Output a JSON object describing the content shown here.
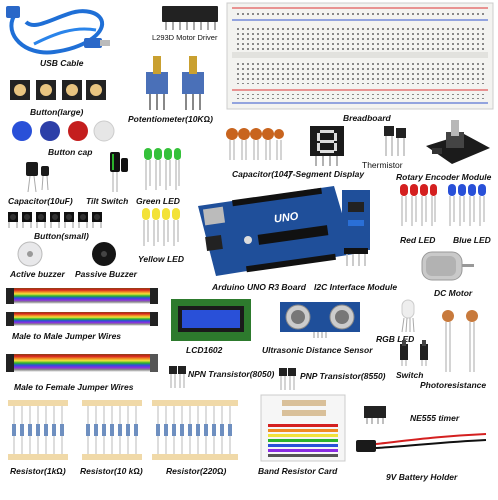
{
  "labels": {
    "usb_cable": "USB Cable",
    "motor_driver": "L293D Motor Driver",
    "button_large": "Button(large)",
    "potentiometer": "Potentiometer(10KΩ)",
    "breadboard": "Breadboard",
    "button_cap": "Button cap",
    "capacitor_104": "Capacitor(104)",
    "seven_segment": "7-Segment Display",
    "thermistor": "Thermistor",
    "rotary_encoder": "Rotary Encoder Module",
    "capacitor_10uf": "Capacitor(10uF)",
    "tilt_switch": "Tilt Switch",
    "green_led": "Green LED",
    "button_small": "Button(small)",
    "red_led": "Red LED",
    "blue_led": "Blue LED",
    "yellow_led": "Yellow LED",
    "active_buzzer": "Active buzzer",
    "passive_buzzer": "Passive Buzzer",
    "arduino_uno": "Arduino UNO R3 Board",
    "i2c_module": "I2C Interface Module",
    "dc_motor": "DC Motor",
    "m2m_wires": "Male to Male Jumper Wires",
    "lcd1602": "LCD1602",
    "ultrasonic": "Ultrasonic Distance Sensor",
    "rgb_led": "RGB LED",
    "m2f_wires": "Male to Female Jumper Wires",
    "npn": "NPN Transistor(8050)",
    "pnp": "PNP Transistor(8550)",
    "switch": "Switch",
    "photoresistance": "Photoresistance",
    "ne555": "NE555 timer",
    "r1k": "Resistor(1kΩ)",
    "r10k": "Resistor(10 kΩ)",
    "r220": "Resistor(220Ω)",
    "band_card": "Band Resistor Card",
    "battery_holder": "9V Battery Holder"
  },
  "board_text": {
    "uno": "UNO"
  },
  "colors": {
    "board_blue": "#1f4f9a",
    "red": "#d42020",
    "blue": "#2950d8",
    "green": "#2bb32b",
    "yellow": "#f2e23a"
  }
}
